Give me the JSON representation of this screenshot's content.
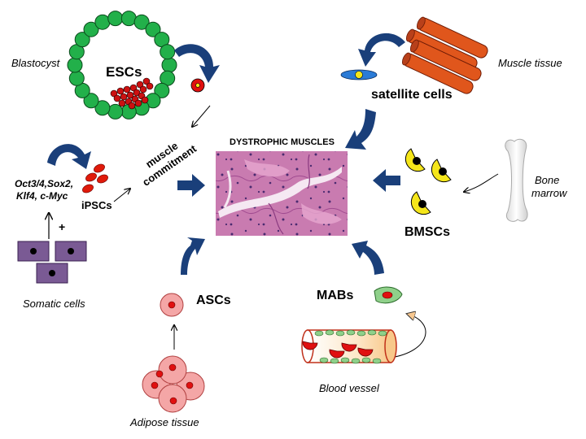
{
  "labels": {
    "blastocyst": "Blastocyst",
    "escs": "ESCs",
    "muscle_tissue": "Muscle tissue",
    "satellite_cells": "satellite cells",
    "factors_line1": "Oct3/4,Sox2,",
    "factors_line2": "Klf4, c-Myc",
    "ipscs": "iPSCs",
    "muscle_commitment_1": "muscle",
    "muscle_commitment_2": "commitment",
    "dystrophic_muscles": "DYSTROPHIC MUSCLES",
    "bone_marrow_1": "Bone",
    "bone_marrow_2": "marrow",
    "bmscs": "BMSCs",
    "plus": "+",
    "somatic_cells": "Somatic cells",
    "ascs": "ASCs",
    "mabs": "MABs",
    "blood_vessel": "Blood vessel",
    "adipose_tissue": "Adipose tissue"
  },
  "colors": {
    "arrow_blue": "#1a3f7a",
    "esc_green": "#22b04a",
    "esc_red": "#cc1111",
    "muscle_orange": "#e0561c",
    "bmsc_yellow": "#f5e61a",
    "somatic_purple": "#7a5a94",
    "asc_pink": "#f4a6a6",
    "mab_green": "#8fd08a",
    "histology_pink": "#c86aa8"
  }
}
